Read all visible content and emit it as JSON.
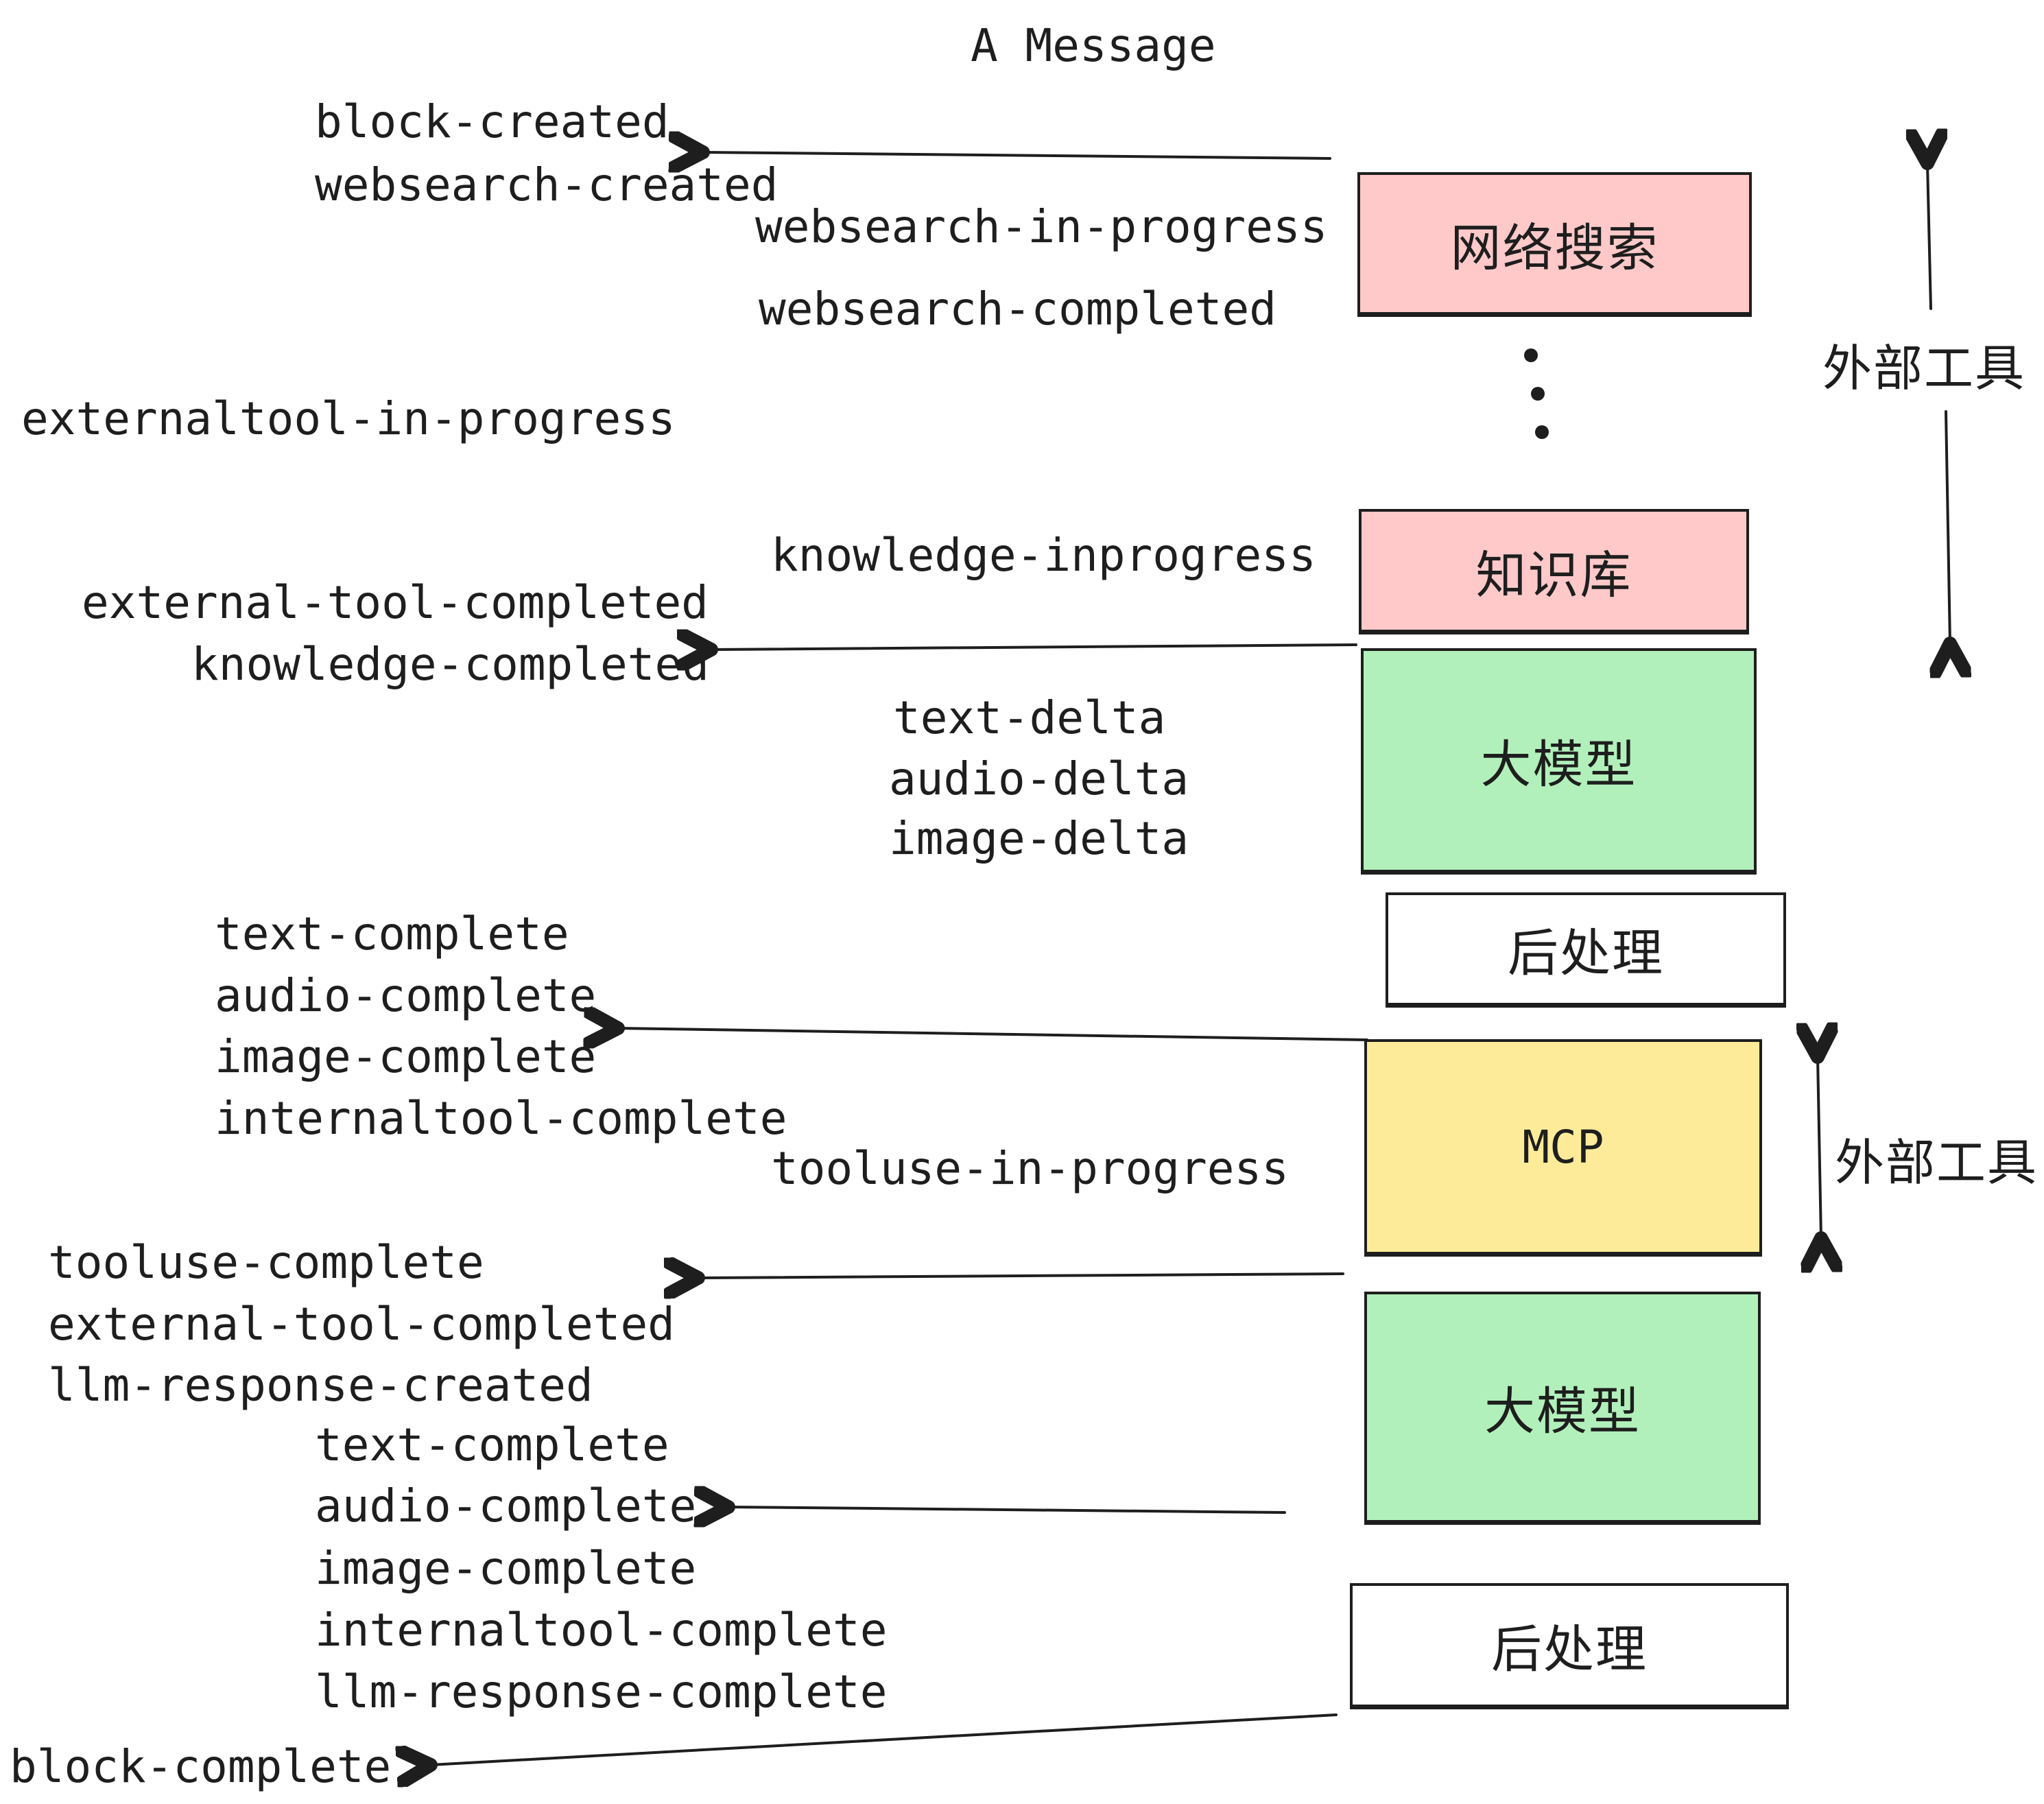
{
  "title": "A Message",
  "palette": {
    "stroke": "#1e1e1e",
    "pink": "#ffc9c9",
    "green": "#b2f0bb",
    "yellow": "#fdeb99",
    "white": "#ffffff"
  },
  "events": [
    {
      "id": "e1",
      "text": "block-created"
    },
    {
      "id": "e2",
      "text": "websearch-created"
    },
    {
      "id": "e3",
      "text": "websearch-in-progress"
    },
    {
      "id": "e4",
      "text": "websearch-completed"
    },
    {
      "id": "e5",
      "text": "externaltool-in-progress"
    },
    {
      "id": "e6",
      "text": "knowledge-inprogress"
    },
    {
      "id": "e7",
      "text": "external-tool-completed"
    },
    {
      "id": "e8",
      "text": "knowledge-completed"
    },
    {
      "id": "e9",
      "text": "text-delta"
    },
    {
      "id": "e10",
      "text": "audio-delta"
    },
    {
      "id": "e11",
      "text": "image-delta"
    },
    {
      "id": "e12",
      "text": "text-complete"
    },
    {
      "id": "e13",
      "text": "audio-complete"
    },
    {
      "id": "e14",
      "text": "image-complete"
    },
    {
      "id": "e15",
      "text": "internaltool-complete"
    },
    {
      "id": "e16",
      "text": "tooluse-in-progress"
    },
    {
      "id": "e17",
      "text": "tooluse-complete"
    },
    {
      "id": "e18",
      "text": "external-tool-completed"
    },
    {
      "id": "e19",
      "text": "llm-response-created"
    },
    {
      "id": "e20",
      "text": "text-complete"
    },
    {
      "id": "e21",
      "text": "audio-complete"
    },
    {
      "id": "e22",
      "text": "image-complete"
    },
    {
      "id": "e23",
      "text": "internaltool-complete"
    },
    {
      "id": "e24",
      "text": "llm-response-complete"
    },
    {
      "id": "e25",
      "text": "block-complete"
    }
  ],
  "boxes": [
    {
      "id": "b1",
      "label": "网络搜索",
      "fill": "pink"
    },
    {
      "id": "b2",
      "label": "知识库",
      "fill": "pink"
    },
    {
      "id": "b3",
      "label": "大模型",
      "fill": "green"
    },
    {
      "id": "b4",
      "label": "后处理",
      "fill": "white"
    },
    {
      "id": "b5",
      "label": "MCP",
      "fill": "yellow",
      "mono": true
    },
    {
      "id": "b6",
      "label": "大模型",
      "fill": "green"
    },
    {
      "id": "b7",
      "label": "后处理",
      "fill": "white"
    }
  ],
  "side_labels": [
    {
      "id": "s1",
      "text": "外部工具"
    },
    {
      "id": "s2",
      "text": "外部工具"
    }
  ]
}
